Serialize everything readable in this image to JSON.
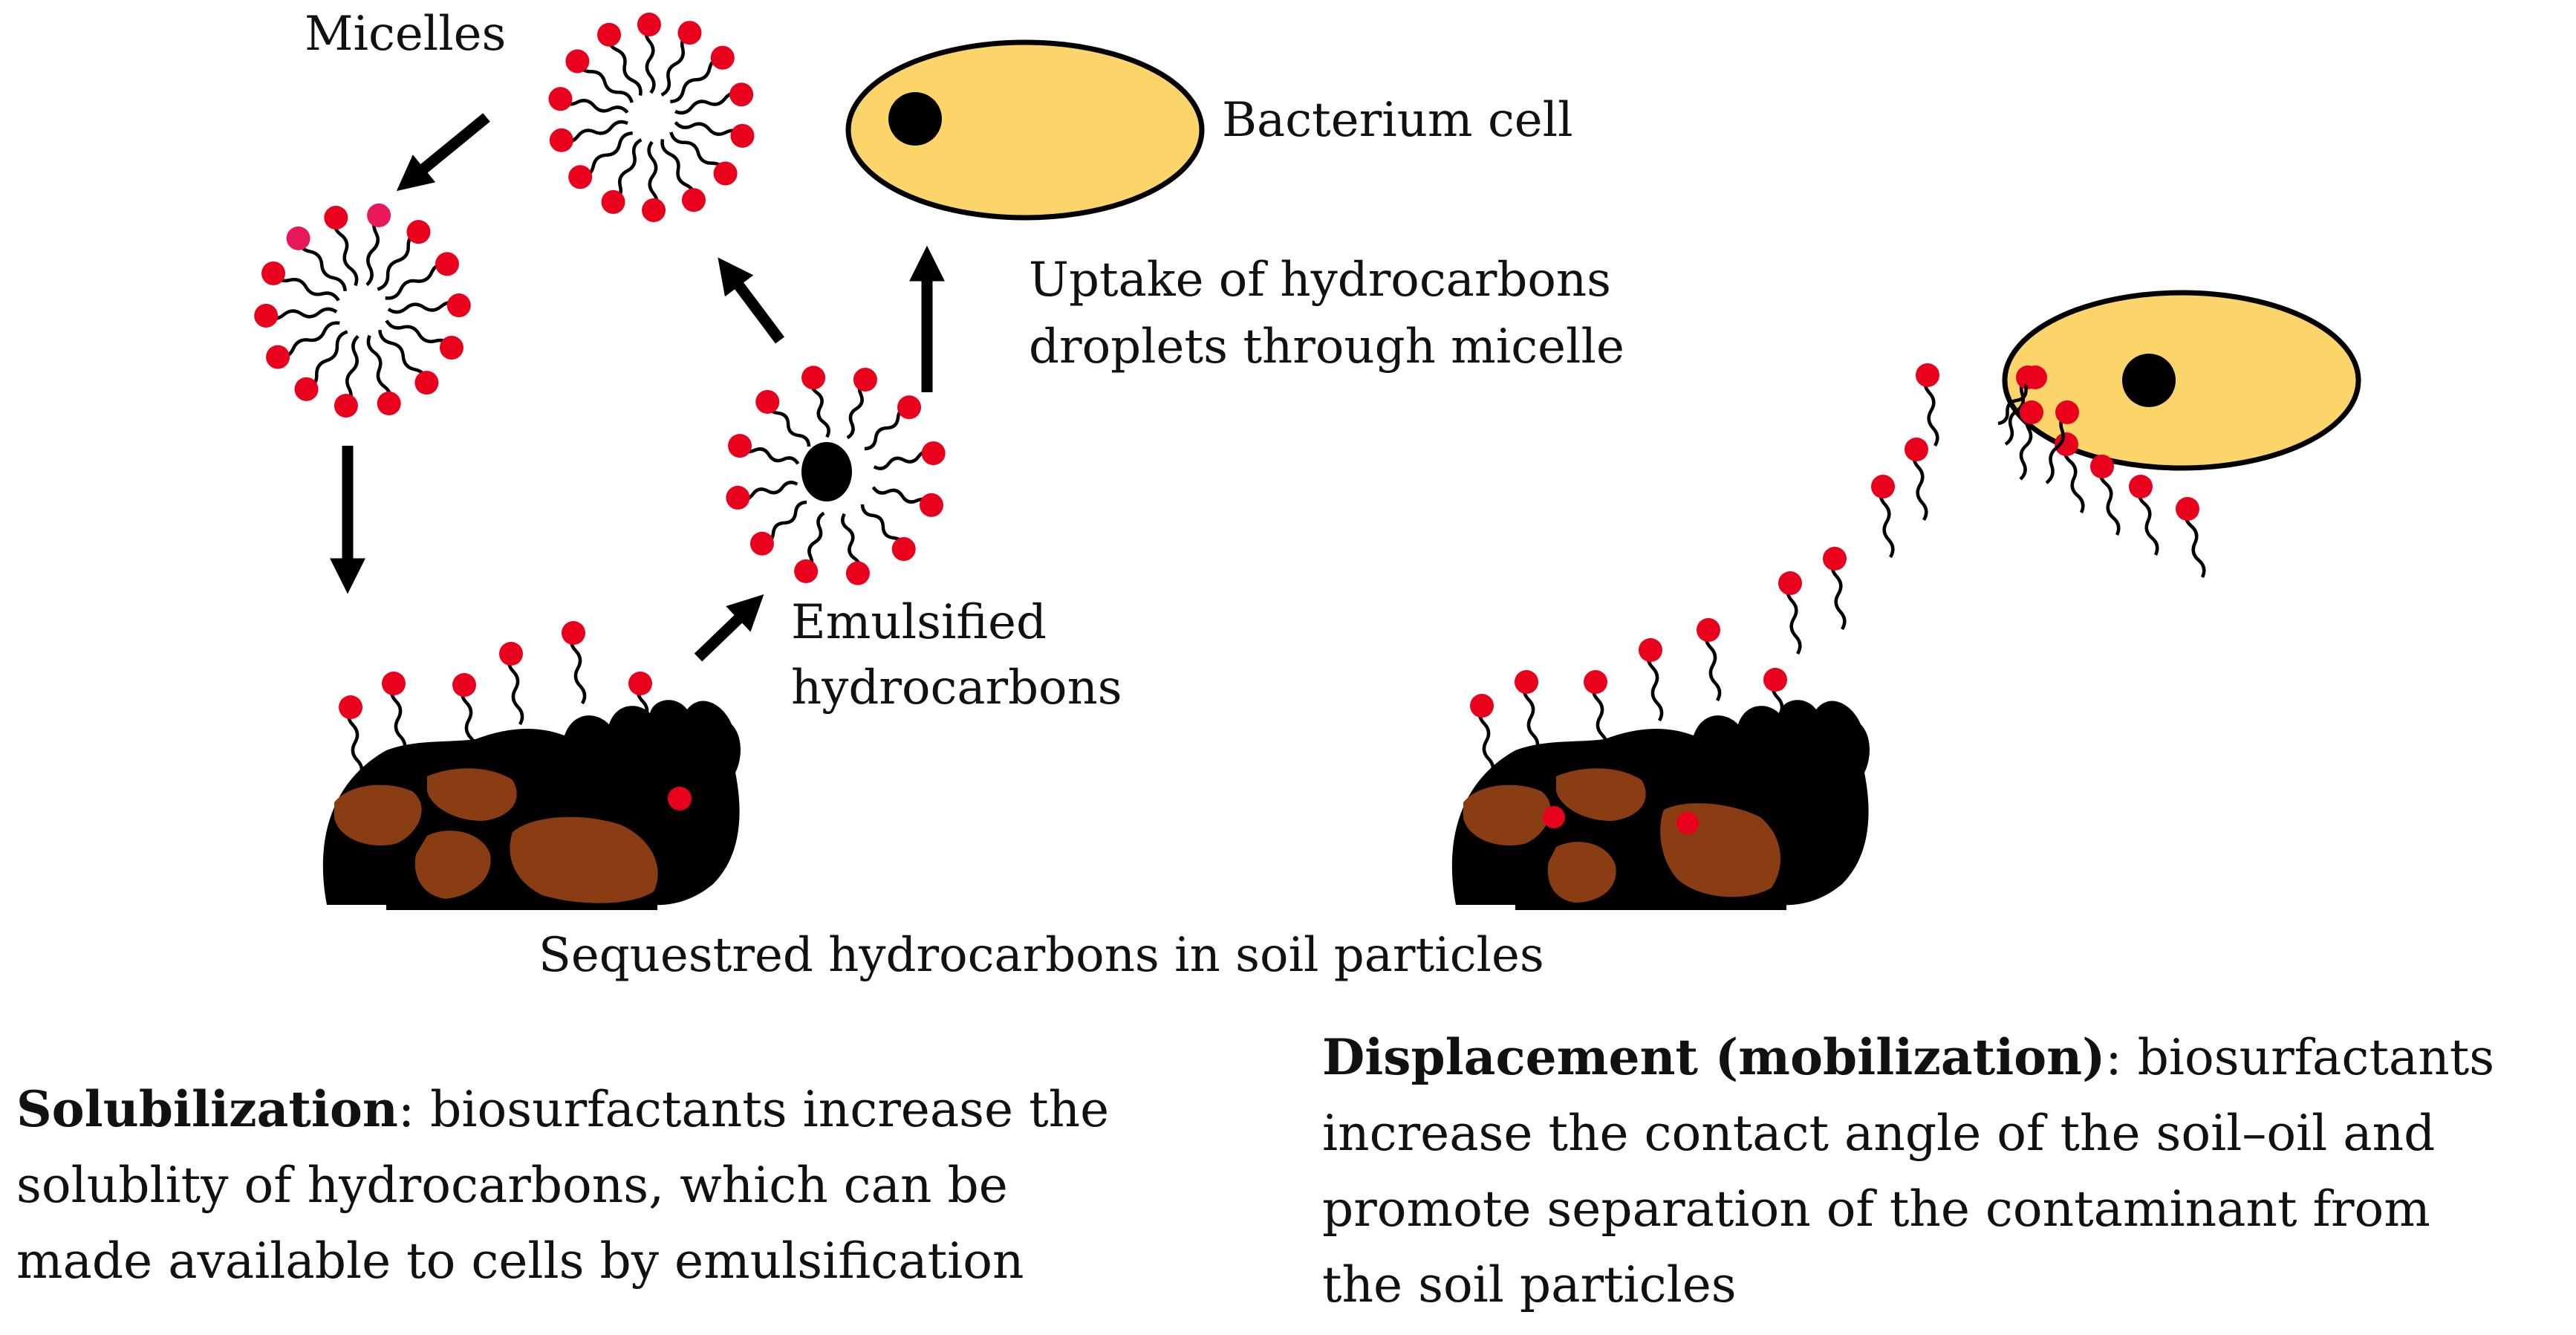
{
  "labels": {
    "micelles": "Micelles",
    "bacterium_cell": "Bacterium cell",
    "uptake_line1": "Uptake of hydrocarbons",
    "uptake_line2": "droplets through micelle",
    "emulsified_line1": "Emulsified",
    "emulsified_line2": "hydrocarbons",
    "sequestred": "Sequestred hydrocarbons in soil particles"
  },
  "captions": {
    "solubilization": {
      "term": "Solubilization",
      "line1_rest": ": biosurfactants increase the",
      "line2": "solublity of hydrocarbons, which can be",
      "line3": "made available to cells by emulsification"
    },
    "displacement": {
      "term": "Displacement (mobilization)",
      "line1_rest": ": biosurfactants",
      "line2": "increase the contact angle of the soil–oil and",
      "line3": "promote separation of the contaminant from",
      "line4": "the soil particles"
    }
  },
  "colors": {
    "surfactant_head": "#e8001c",
    "surfactant_head_alt": "#e8185a",
    "bacterium_fill": "#fcd56a",
    "soil_particle": "#8a3d12",
    "hydrocarbon": "#000000"
  }
}
